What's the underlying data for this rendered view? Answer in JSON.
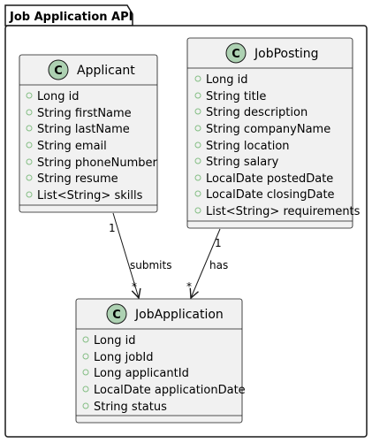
{
  "package": {
    "title": "Job Application API"
  },
  "classes": [
    {
      "name": "Applicant",
      "stereotype": "C",
      "attributes": [
        "Long id",
        "String firstName",
        "String lastName",
        "String email",
        "String phoneNumber",
        "String resume",
        "List<String> skills"
      ]
    },
    {
      "name": "JobPosting",
      "stereotype": "C",
      "attributes": [
        "Long id",
        "String title",
        "String description",
        "String companyName",
        "String location",
        "String salary",
        "LocalDate postedDate",
        "LocalDate closingDate",
        "List<String> requirements"
      ]
    },
    {
      "name": "JobApplication",
      "stereotype": "C",
      "attributes": [
        "Long id",
        "Long jobId",
        "Long applicantId",
        "LocalDate applicationDate",
        "String status"
      ]
    }
  ],
  "relations": [
    {
      "from": "Applicant",
      "to": "JobApplication",
      "label": "submits",
      "from_mult": "1",
      "to_mult": "*"
    },
    {
      "from": "JobPosting",
      "to": "JobApplication",
      "label": "has",
      "from_mult": "1",
      "to_mult": "*"
    }
  ],
  "colors": {
    "class_fill": "#f1f1f1",
    "class_border": "#181818",
    "circle_fill": "#add1b2",
    "visibility_marker": "#84be84",
    "package_fill": "#ffffff"
  }
}
